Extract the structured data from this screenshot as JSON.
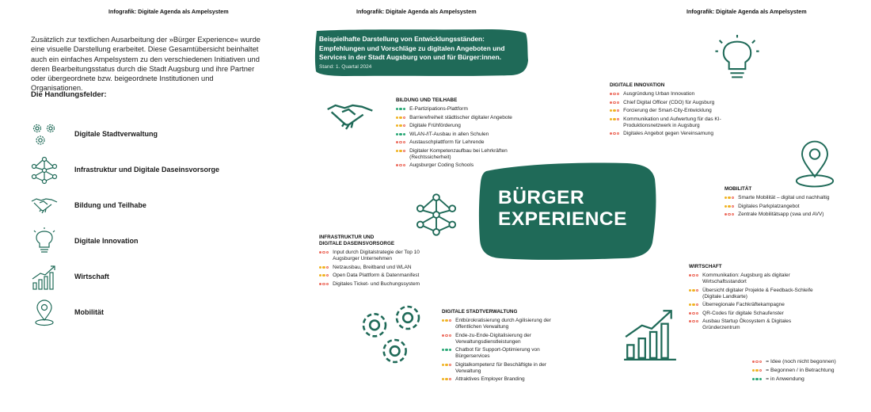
{
  "headers": {
    "left": "Infografik: Digitale Agenda als Ampelsystem",
    "center": "Infografik: Digitale Agenda als Ampelsystem",
    "right": "Infografik: Digitale Agenda als Ampelsystem"
  },
  "intro": "Zusätzlich zur textlichen Ausarbeitung der »Bürger Experience« wurde eine visuelle Darstellung erarbeitet. Diese Gesamtübersicht beinhaltet auch ein einfaches Ampelsystem zu den verschiedenen Initiativen und deren Bearbeitungsstatus durch die Stadt Augsburg und ihre Partner oder übergeordnete bzw. beigeordnete Institutionen und Organisationen.",
  "fields_heading": "Die Handlungsfelder:",
  "fields": [
    {
      "label": "Digitale Stadtverwaltung",
      "icon": "gears-icon"
    },
    {
      "label": "Infrastruktur und Digitale Daseinsvorsorge",
      "icon": "network-icon"
    },
    {
      "label": "Bildung und Teilhabe",
      "icon": "handshake-icon"
    },
    {
      "label": "Digitale Innovation",
      "icon": "lightbulb-icon"
    },
    {
      "label": "Wirtschaft",
      "icon": "growth-chart-icon"
    },
    {
      "label": "Mobilität",
      "icon": "location-pin-icon"
    }
  ],
  "title_box": {
    "text": "Beispielhafte Darstellung von Entwicklungsständen: Empfehlungen und Vorschläge zu digitalen Angeboten und Services in der Stadt Augsburg von und für Bürger:innen.",
    "stand": "Stand: 1. Quartal 2024",
    "color": "#1f6a58"
  },
  "center_label": {
    "line1": "BÜRGER",
    "line2": "EXPERIENCE"
  },
  "status_colors": {
    "idea": "#ec6a5c",
    "started": "#f0b323",
    "in_use": "#2aa876"
  },
  "sections": {
    "bildung": {
      "title": "BILDUNG UND TEILHABE",
      "items": [
        {
          "text": "E-Partizipations-Plattform",
          "status": "in_use"
        },
        {
          "text": "Barrierefreiheit städtischer digitaler Angebote",
          "status": "started"
        },
        {
          "text": "Digitale Frühförderung",
          "status": "started"
        },
        {
          "text": "WLAN-/IT-Ausbau in allen Schulen",
          "status": "in_use"
        },
        {
          "text": "Austauschplattform für Lehrende",
          "status": "idea"
        },
        {
          "text": "Digitaler Kompetenzaufbau bei Lehrkräften (Rechtssicherheit)",
          "status": "started"
        },
        {
          "text": "Augsburger Coding Schools",
          "status": "idea"
        }
      ]
    },
    "innovation": {
      "title": "DIGITALE INNOVATION",
      "items": [
        {
          "text": "Ausgründung Urban Innovation",
          "status": "idea"
        },
        {
          "text": "Chief Digital Officer (CDO) für Augsburg",
          "status": "idea"
        },
        {
          "text": "Forcierung der Smart-City-Entwicklung",
          "status": "started"
        },
        {
          "text": "Kommunikation und Aufwertung für das KI-Produktionsnetzwerk in Augsburg",
          "status": "started"
        },
        {
          "text": "Digitales Angebot gegen Vereinsamung",
          "status": "idea"
        }
      ]
    },
    "mobilitaet": {
      "title": "MOBILITÄT",
      "items": [
        {
          "text": "Smarte Mobilität – digital und nachhaltig",
          "status": "started"
        },
        {
          "text": "Digitales Parkplatzangebot",
          "status": "started"
        },
        {
          "text": "Zentrale Mobilitätsapp (swa und AVV)",
          "status": "idea"
        }
      ]
    },
    "infrastruktur": {
      "title_line1": "INFRASTRUKTUR UND",
      "title_line2": "DIGITALE DASEINSVORSORGE",
      "items": [
        {
          "text": "Input durch Digitalstrategie der Top 10 Augsburger Unternehmen",
          "status": "idea"
        },
        {
          "text": "Netzausbau, Breitband und WLAN",
          "status": "started"
        },
        {
          "text": "Open Data Plattform & Datenmanifest",
          "status": "started"
        },
        {
          "text": "Digitales Ticket- und Buchungssystem",
          "status": "idea"
        }
      ]
    },
    "wirtschaft": {
      "title": "WIRTSCHAFT",
      "items": [
        {
          "text": "Kommunikation: Augsburg als digitaler Wirtschaftsstandort",
          "status": "idea"
        },
        {
          "text": "Übersicht digitaler Projekte & Feedback-Schleife (Digitale Landkarte)",
          "status": "started"
        },
        {
          "text": "Überregionale Fachkräftekampagne",
          "status": "started"
        },
        {
          "text": "QR-Codes für digitale Schaufenster",
          "status": "idea"
        },
        {
          "text": "Ausbau Startup Ökosystem & Digitales Gründerzentrum",
          "status": "idea"
        }
      ]
    },
    "verwaltung": {
      "title": "DIGITALE STADTVERWALTUNG",
      "items": [
        {
          "text": "Entbürokratisierung durch Agilisierung der öffentlichen Verwaltung",
          "status": "started"
        },
        {
          "text": "Ende-zu-Ende-Digitalisierung der Verwaltungsdienstleistungen",
          "status": "idea"
        },
        {
          "text": "Chatbot für Support-Optimierung von Bürgerservices",
          "status": "in_use"
        },
        {
          "text": "Digitalkompetenz für Beschäftigte in der Verwaltung",
          "status": "started"
        },
        {
          "text": "Attraktives Employer Branding",
          "status": "started"
        }
      ]
    }
  },
  "legend": [
    {
      "text": "= Idee (noch nicht begonnen)",
      "status": "idea"
    },
    {
      "text": "= Begonnen / in Betrachtung",
      "status": "started"
    },
    {
      "text": "= in Anwendung",
      "status": "in_use"
    }
  ]
}
